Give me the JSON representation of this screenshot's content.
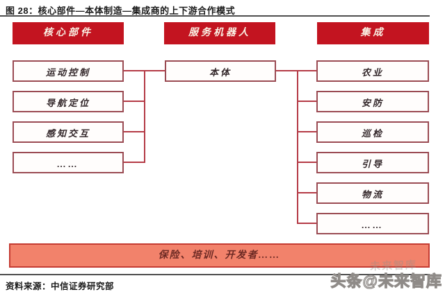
{
  "figure": {
    "title": "图 28：核心部件—本体制造—集成商的上下游合作模式",
    "source": "资料来源：中信证券研究部"
  },
  "diagram": {
    "columns": {
      "left": {
        "header": "核心部件",
        "items": [
          "运动控制",
          "导航定位",
          "感知交互",
          "……"
        ]
      },
      "middle": {
        "header": "服务机器人",
        "node": "本体"
      },
      "right": {
        "header": "集成",
        "items": [
          "农业",
          "安防",
          "巡检",
          "引导",
          "物流",
          "……"
        ]
      }
    },
    "bottom_bar": "保险、培训、开发者……"
  },
  "watermark": {
    "main": "头条@未来智库",
    "ghost": "未来智库"
  },
  "colors": {
    "accent-red": "#c31420",
    "box-border": "#9a4a52",
    "connector": "#b43945",
    "salmon-bg": "#f2826b",
    "salmon-border": "#c43b32",
    "salmon-text": "#6d2a24",
    "rule": "#4d4d4d",
    "text-dark": "#1a1a1a"
  }
}
